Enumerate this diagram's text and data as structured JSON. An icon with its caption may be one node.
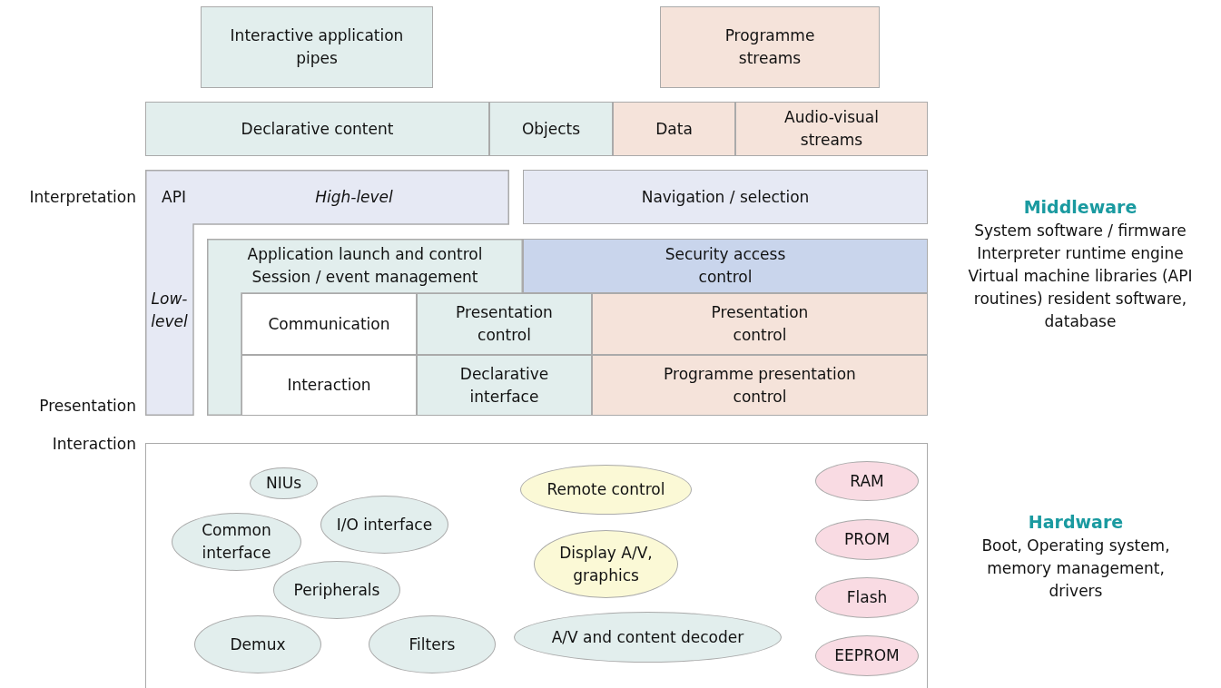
{
  "diagram": {
    "nodes": [
      {
        "text": [
          "Interactive application pipes"
        ]
      },
      {
        "text": [
          "Programme streams"
        ]
      },
      {
        "text": [
          "Declarative content"
        ]
      },
      {
        "text": [
          "Objects"
        ]
      },
      {
        "text": [
          "Data"
        ]
      },
      {
        "text": [
          "Audio-visual streams"
        ]
      },
      {
        "text": [
          "API",
          "High-level",
          "Low-level"
        ]
      },
      {
        "text": [
          "Navigation / selection"
        ]
      },
      {
        "text": [
          "Application launch and control",
          "Session / event management"
        ]
      },
      {
        "text": [
          "Security access control"
        ]
      },
      {
        "text": [
          "Communication"
        ]
      },
      {
        "text": [
          "Presentation control"
        ]
      },
      {
        "text": [
          "Presentation control"
        ]
      },
      {
        "text": [
          "Interaction"
        ]
      },
      {
        "text": [
          "Declarative interface"
        ]
      },
      {
        "text": [
          "Programme presentation control"
        ]
      },
      {
        "text": [],
        "shape": "box"
      },
      {
        "text": [
          "NIUs"
        ],
        "in": 16
      },
      {
        "text": [
          "Common interface"
        ],
        "in": 16
      },
      {
        "text": [
          "I/O interface"
        ],
        "in": 16
      },
      {
        "text": [
          "Peripherals"
        ],
        "in": 16
      },
      {
        "text": [
          "Demux"
        ],
        "in": 16
      },
      {
        "text": [
          "Filters"
        ],
        "in": 16
      },
      {
        "text": [
          "Remote control"
        ],
        "in": 16
      },
      {
        "text": [
          "Display A/V, graphics"
        ],
        "in": 16
      },
      {
        "text": [
          "A/V and content decoder"
        ],
        "in": 16
      },
      {
        "text": [
          "RAM"
        ],
        "in": 16
      },
      {
        "text": [
          "PROM"
        ],
        "in": 16
      },
      {
        "text": [
          "Flash"
        ],
        "in": 16
      },
      {
        "text": [
          "EEPROM"
        ],
        "in": 16
      }
    ],
    "labels": [
      "Interpretation",
      "Presentation",
      "Interaction",
      "Middleware",
      "System software / firmware",
      "Interpreter runtime engine",
      "Virtual machine libraries (API routines) resident software, database",
      "Hardware",
      "Boot, Operating system, memory management, drivers"
    ]
  }
}
